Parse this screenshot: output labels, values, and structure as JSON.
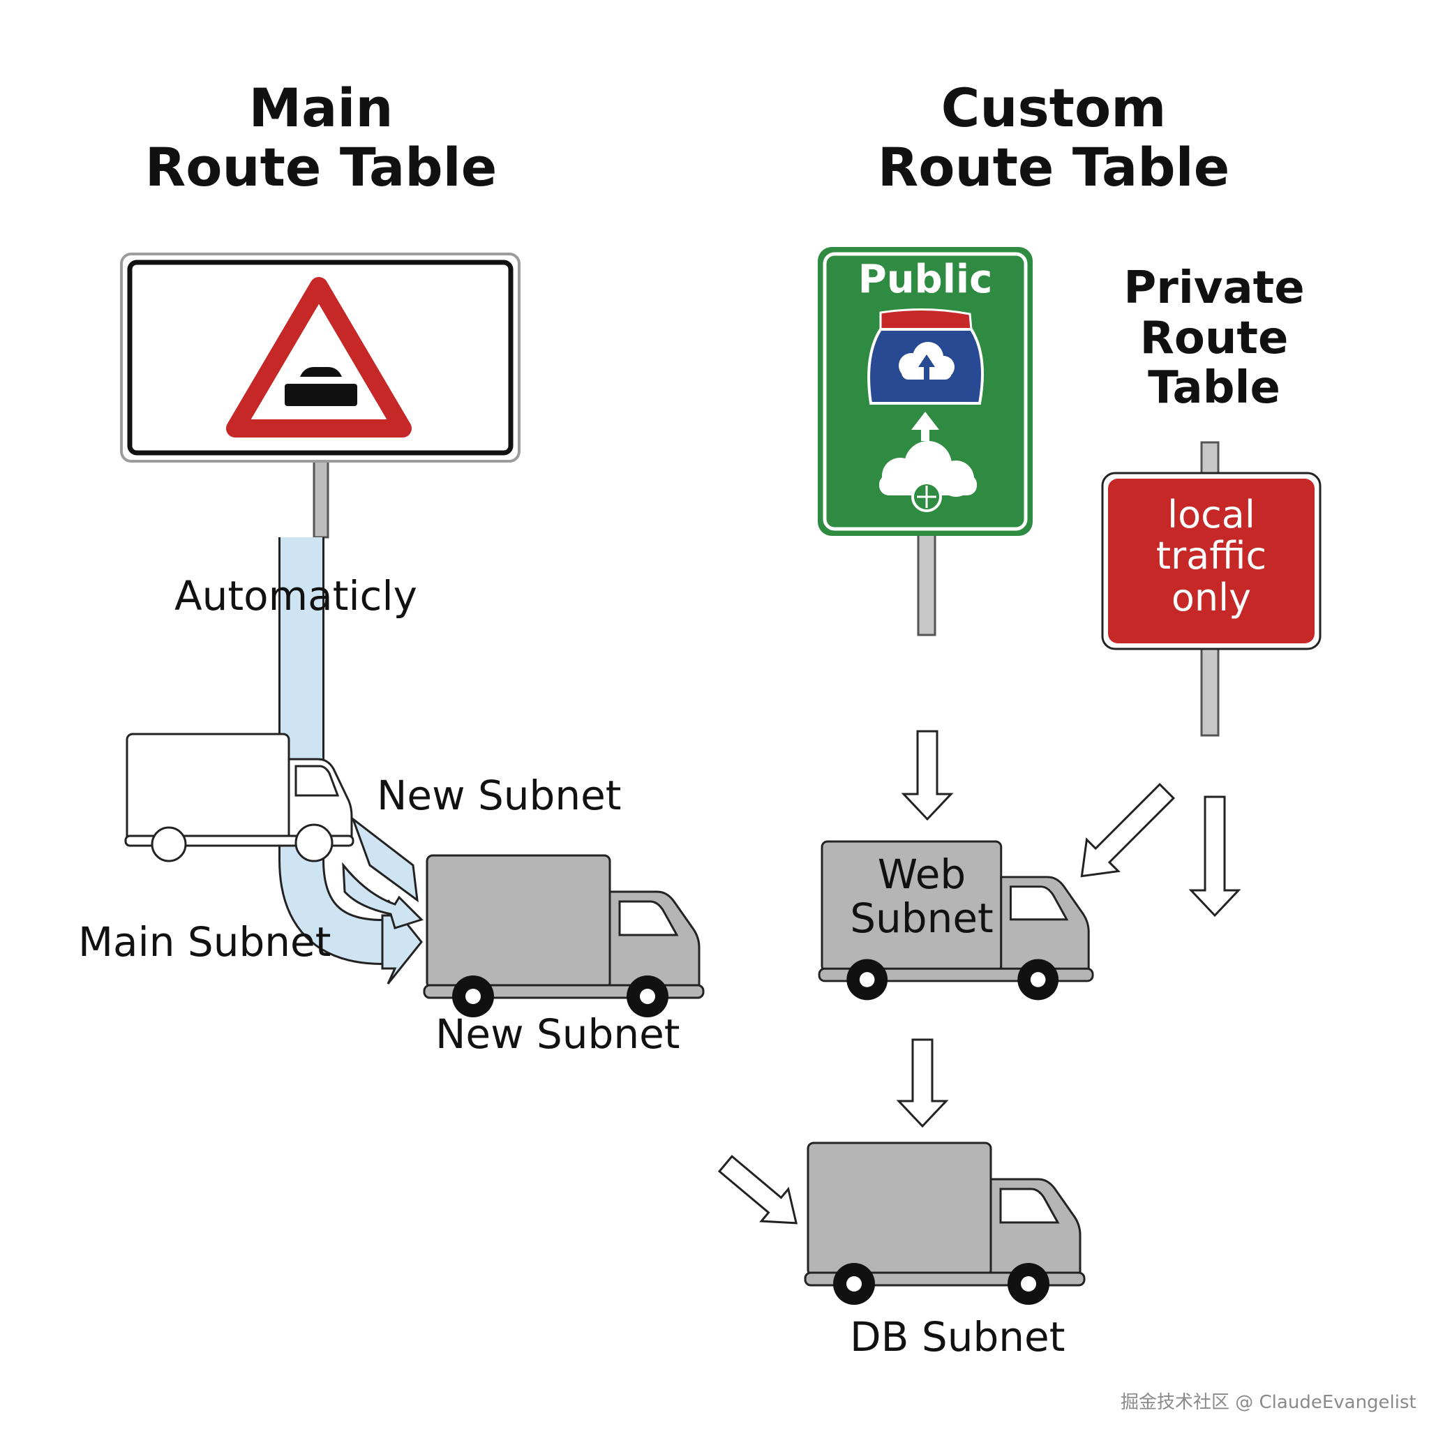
{
  "titles": {
    "main": "Main\nRoute Table",
    "custom": "Custom\nRoute Table",
    "private": "Private\nRoute Table"
  },
  "signs": {
    "main": {
      "icon": "warning-triangle-car-icon"
    },
    "public": {
      "text": "Public",
      "color": "#2e8b41",
      "shield_color": "#284a93",
      "shield_top_color": "#c62828",
      "icon": "cloud-upload-icon"
    },
    "private": {
      "text": "local\ntraffic\nonly",
      "color": "#c62828"
    }
  },
  "labels": {
    "automatically": "Automaticly",
    "new_subnet_upper": "New Subnet",
    "main_subnet": "Main Subnet",
    "new_subnet_lower": "New Subnet",
    "web_subnet": "Web\nSubnet",
    "db_subnet": "DB Subnet"
  },
  "colors": {
    "flow": "#cfe4f3",
    "truck_grey": "#b5b5b5",
    "outline": "#222222"
  },
  "watermark": "掘金技术社区 @ ClaudeEvangelist"
}
